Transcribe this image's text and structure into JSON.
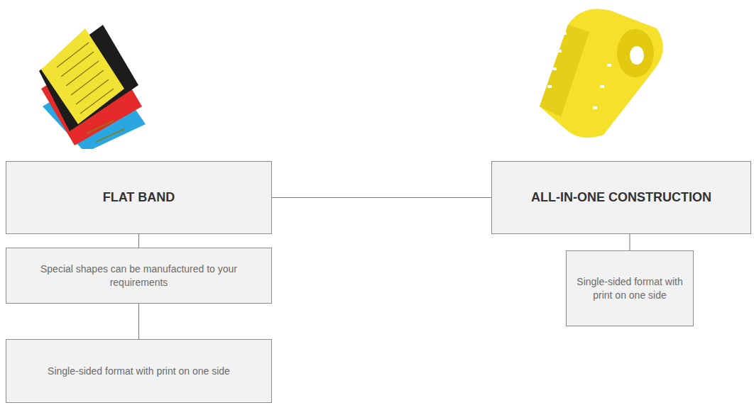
{
  "diagram": {
    "nodes": [
      {
        "text": [
          "FLAT BAND"
        ]
      },
      {
        "text": [
          "Special shapes can be manufactured to your requirements"
        ]
      },
      {
        "text": [
          "Single-sided format with print on one side"
        ]
      },
      {
        "text": [
          "ALL-IN-ONE CONSTRUCTION"
        ]
      },
      {
        "text": [
          "Single-sided format with print on one side"
        ]
      }
    ],
    "edges": [
      {
        "from": 0,
        "to": 3,
        "arrow": "none"
      },
      {
        "from": 0,
        "to": 1,
        "arrow": "none"
      },
      {
        "from": 1,
        "to": 2,
        "arrow": "none"
      },
      {
        "from": 3,
        "to": 4,
        "arrow": "none"
      }
    ]
  }
}
